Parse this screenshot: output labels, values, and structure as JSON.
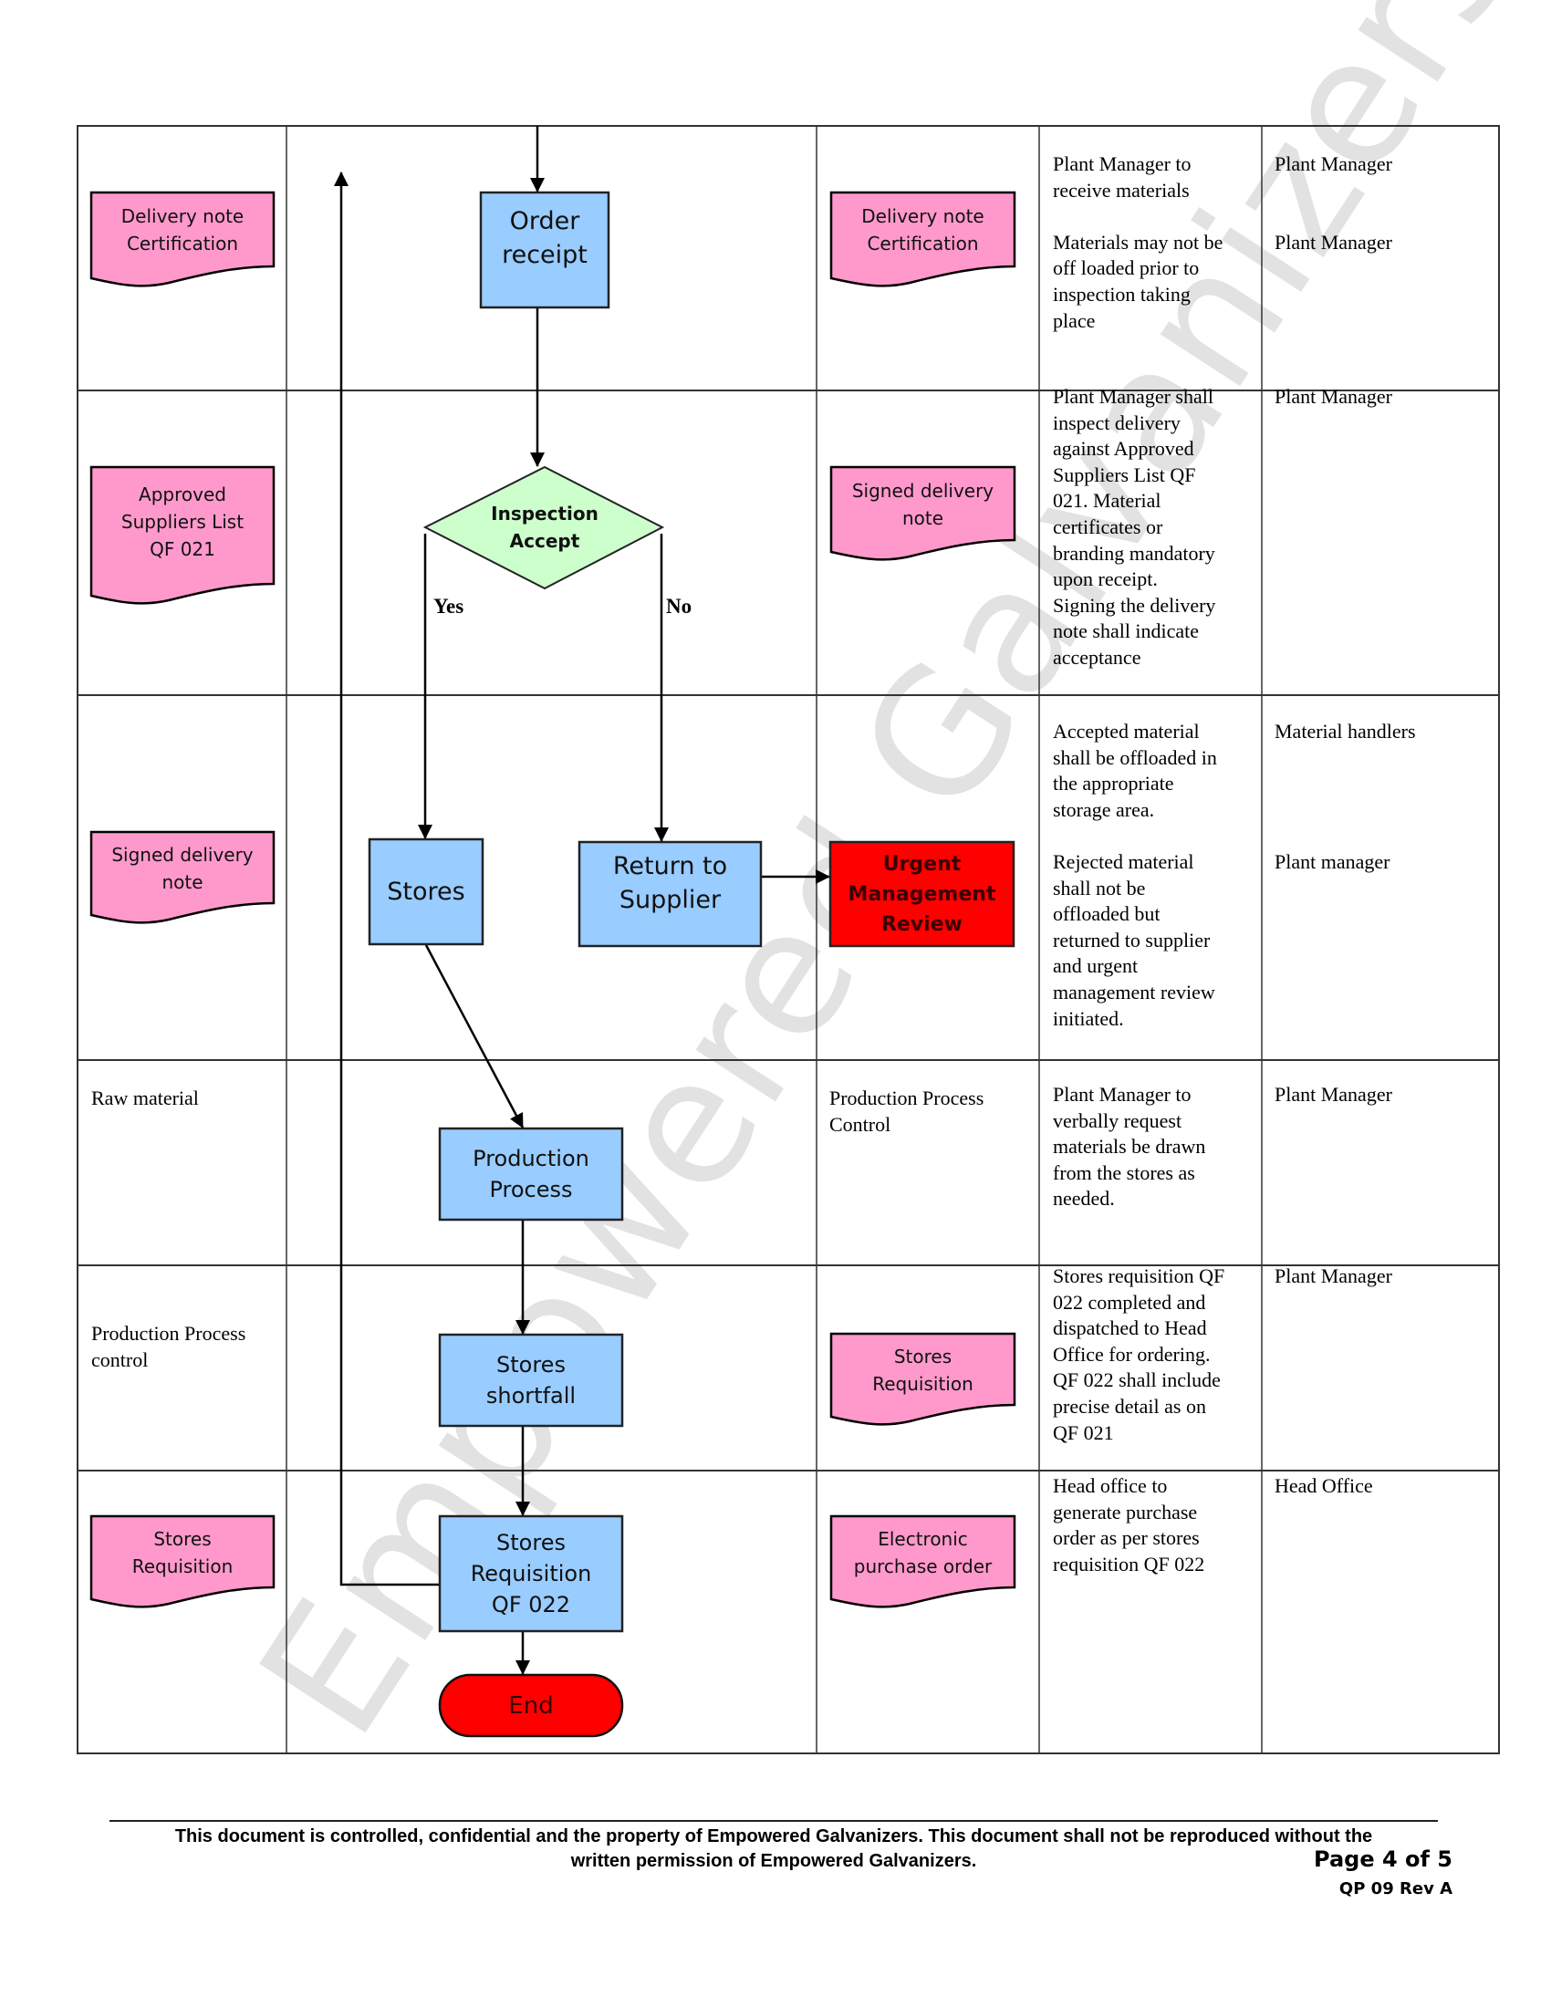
{
  "watermark": "Empowered Galvanizers",
  "colors": {
    "document_fill": "#ff99cc",
    "process_fill": "#99ccff",
    "decision_fill": "#ccffcc",
    "urgent_fill": "#ff0000",
    "end_fill": "#ff0000"
  },
  "rows": [
    {
      "input_doc": "Delivery note\nCertification",
      "output_doc": "Delivery note\nCertification",
      "description": "Plant Manager to\nreceive materials\n\nMaterials may not be\noff loaded prior to\ninspection taking\nplace",
      "responsible": "Plant Manager\n\n\nPlant Manager"
    },
    {
      "input_doc": "Approved\nSuppliers List\nQF 021",
      "output_doc": "Signed delivery\nnote",
      "description": "Plant Manager shall\ninspect delivery\nagainst Approved\nSuppliers List QF\n021. Material\ncertificates or\nbranding mandatory\nupon receipt.\nSigning the delivery\nnote shall indicate\nacceptance",
      "responsible": "Plant Manager"
    },
    {
      "input_doc": "Signed delivery\nnote",
      "output_doc": "",
      "description": "Accepted material\nshall be offloaded in\nthe appropriate\nstorage area.\n\nRejected material\nshall not be\noffloaded but\nreturned to supplier\nand urgent\nmanagement review\ninitiated.",
      "responsible": "Material handlers\n\n\n\n\nPlant manager"
    },
    {
      "input_text": "Raw material",
      "output_text": "Production Process\nControl",
      "description": "Plant Manager to\nverbally request\nmaterials be drawn\nfrom the stores as\nneeded.",
      "responsible": "Plant Manager"
    },
    {
      "input_text": "Production Process\ncontrol",
      "output_doc": "Stores\nRequisition",
      "description": "Stores requisition QF\n022 completed and\ndispatched to Head\nOffice for ordering.\nQF 022 shall include\nprecise detail as on\nQF 021",
      "responsible": "Plant Manager"
    },
    {
      "input_doc": "Stores\nRequisition",
      "output_doc": "Electronic\npurchase order",
      "description": "Head office to\ngenerate purchase\norder as per stores\nrequisition QF 022",
      "responsible": "Head Office"
    }
  ],
  "flow": {
    "order_receipt": "Order\nreceipt",
    "inspection": "Inspection\nAccept",
    "yes_label": "Yes",
    "no_label": "No",
    "stores": "Stores",
    "return_to_supplier": "Return to\nSupplier",
    "urgent_review": "Urgent\nManagement\nReview",
    "production_process": "Production\nProcess",
    "stores_shortfall": "Stores\nshortfall",
    "stores_requisition": "Stores\nRequisition\nQF 022",
    "end": "End"
  },
  "footer": {
    "notice": "This document is controlled, confidential and the property of Empowered Galvanizers. This document shall not be reproduced without the\nwritten permission of Empowered Galvanizers.",
    "page": "Page 4 of 5",
    "doc_ref": "QP 09 Rev A"
  }
}
